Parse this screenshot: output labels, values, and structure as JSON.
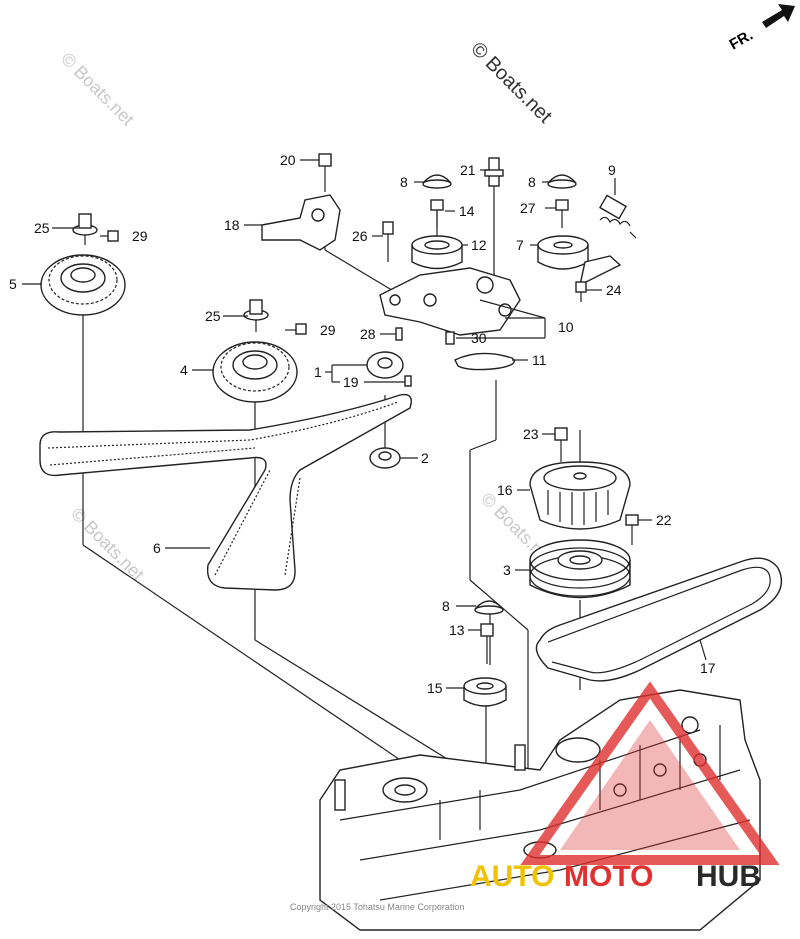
{
  "direction_label": "FR.",
  "watermarks": {
    "main": "© Boats.net",
    "faint": "© Boats.net"
  },
  "copyright": "Copyright 2015 Tohatsu Marine Corporation",
  "brand": {
    "part1": "AUTO",
    "part2": "MOTO",
    "part3": "HUB",
    "color1": "#f2c200",
    "color2": "#e03030",
    "color3": "#2a2a2a"
  },
  "callouts": [
    {
      "id": "c1",
      "label": "1"
    },
    {
      "id": "c2",
      "label": "2"
    },
    {
      "id": "c3",
      "label": "3"
    },
    {
      "id": "c4",
      "label": "4"
    },
    {
      "id": "c5",
      "label": "5"
    },
    {
      "id": "c6",
      "label": "6"
    },
    {
      "id": "c7",
      "label": "7"
    },
    {
      "id": "c8a",
      "label": "8"
    },
    {
      "id": "c8b",
      "label": "8"
    },
    {
      "id": "c8c",
      "label": "8"
    },
    {
      "id": "c9",
      "label": "9"
    },
    {
      "id": "c10",
      "label": "10"
    },
    {
      "id": "c11",
      "label": "11"
    },
    {
      "id": "c12",
      "label": "12"
    },
    {
      "id": "c13",
      "label": "13"
    },
    {
      "id": "c14",
      "label": "14"
    },
    {
      "id": "c15",
      "label": "15"
    },
    {
      "id": "c16",
      "label": "16"
    },
    {
      "id": "c17",
      "label": "17"
    },
    {
      "id": "c18",
      "label": "18"
    },
    {
      "id": "c19",
      "label": "19"
    },
    {
      "id": "c20",
      "label": "20"
    },
    {
      "id": "c21",
      "label": "21"
    },
    {
      "id": "c22",
      "label": "22"
    },
    {
      "id": "c23",
      "label": "23"
    },
    {
      "id": "c24",
      "label": "24"
    },
    {
      "id": "c25a",
      "label": "25"
    },
    {
      "id": "c25b",
      "label": "25"
    },
    {
      "id": "c26",
      "label": "26"
    },
    {
      "id": "c27",
      "label": "27"
    },
    {
      "id": "c28",
      "label": "28"
    },
    {
      "id": "c29a",
      "label": "29"
    },
    {
      "id": "c29b",
      "label": "29"
    },
    {
      "id": "c30",
      "label": "30"
    }
  ]
}
